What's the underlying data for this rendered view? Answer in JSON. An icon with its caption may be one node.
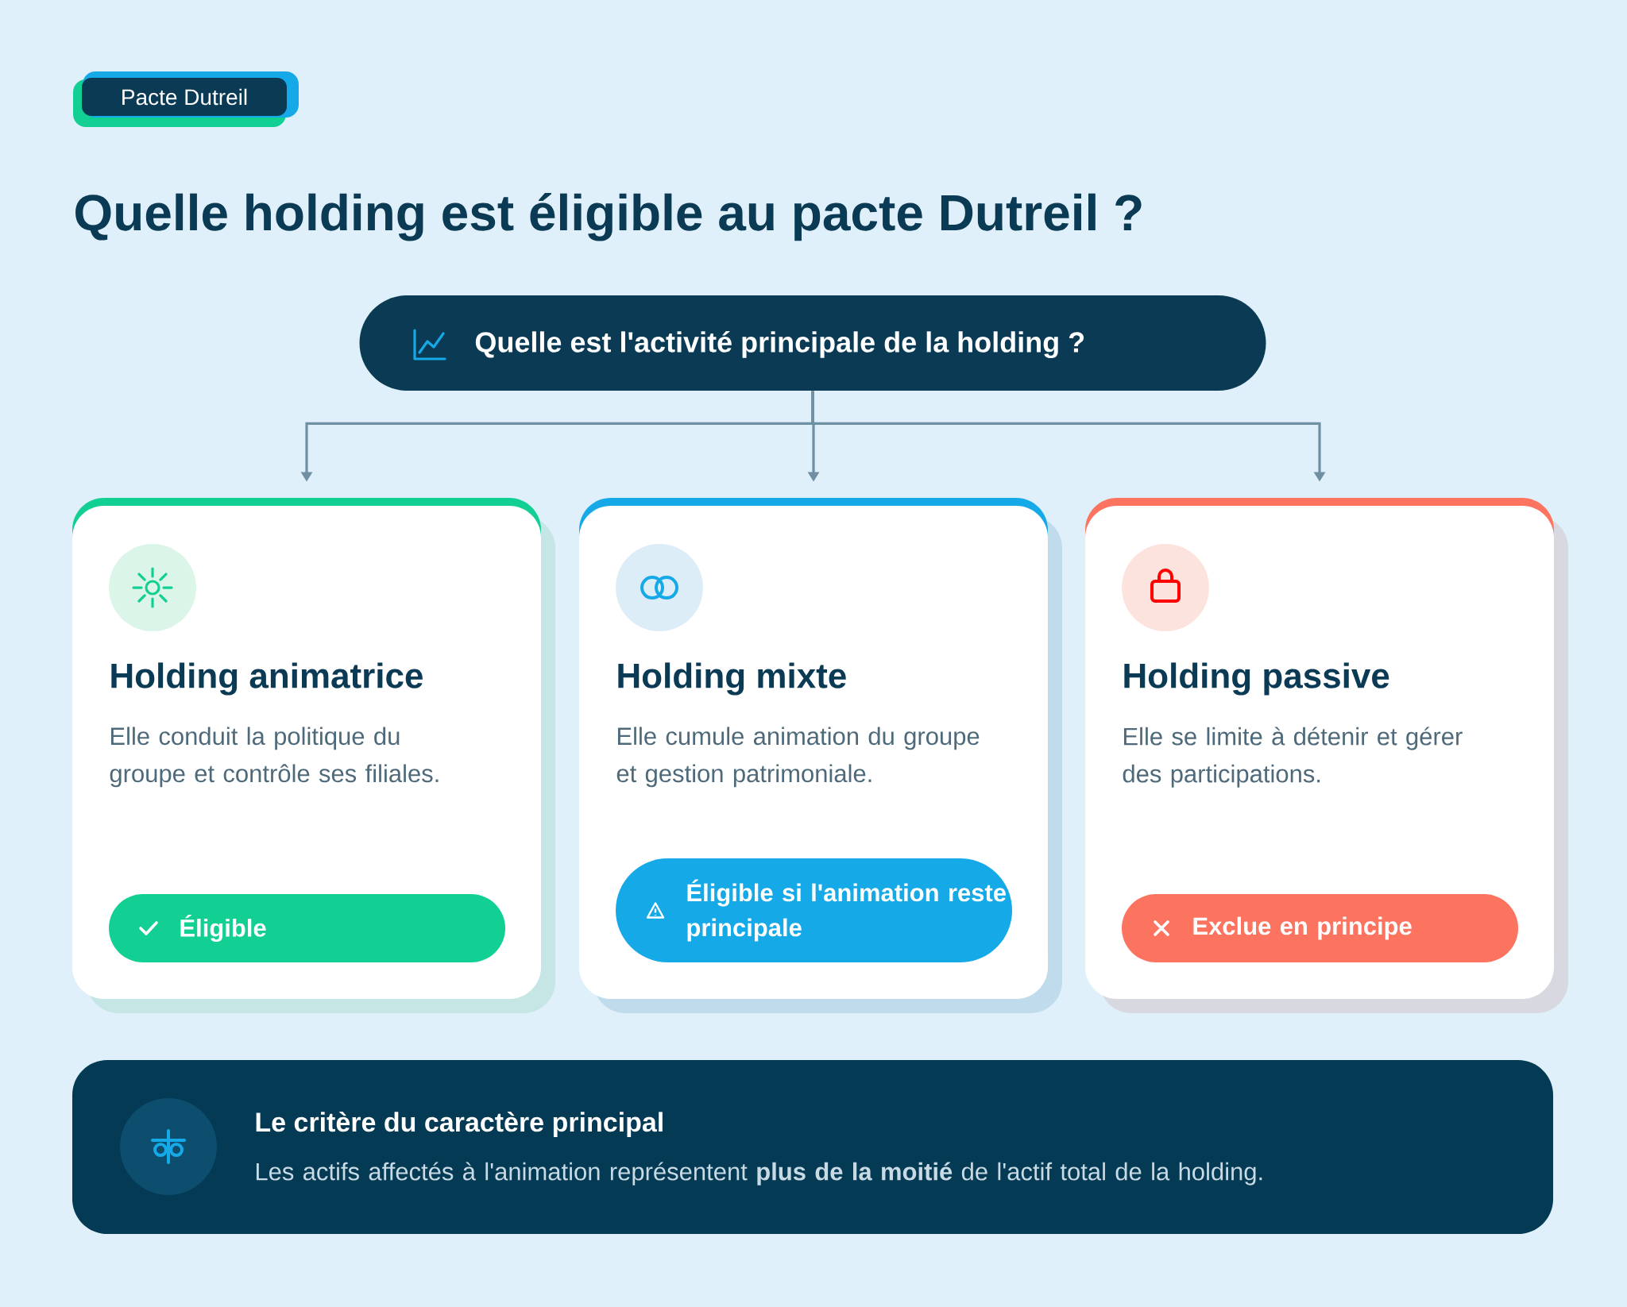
{
  "diagram": {
    "title": "Quelle holding est éligible au pacte Dutreil ?",
    "nodes": [
      {
        "text": [
          "Pacte Dutreil"
        ]
      },
      {
        "text": [
          "Quelle est l'activité principale de la holding ?"
        ]
      },
      {
        "text": [
          "Holding animatrice",
          "Elle conduit la politique du groupe et contrôle ses filiales."
        ]
      },
      {
        "text": [
          "Éligible"
        ],
        "in": 2
      },
      {
        "text": [
          "Holding mixte",
          "Elle cumule animation du groupe et gestion patrimoniale."
        ]
      },
      {
        "text": [
          "Éligible si l'animation reste principale"
        ],
        "in": 4
      },
      {
        "text": [
          "Holding passive",
          "Elle se limite à détenir et gérer des participations."
        ]
      },
      {
        "text": [
          "Exclue en principe"
        ],
        "in": 6
      },
      {
        "text": [
          "Le critère du caractère principal",
          "Les actifs affectés à l'animation représentent **plus de la moitié** de l'actif total de la holding."
        ]
      }
    ],
    "edges": [
      {
        "from": 1,
        "to": 2,
        "arrow": "to"
      },
      {
        "from": 1,
        "to": 4,
        "arrow": "to"
      },
      {
        "from": 1,
        "to": 6,
        "arrow": "to"
      }
    ]
  }
}
